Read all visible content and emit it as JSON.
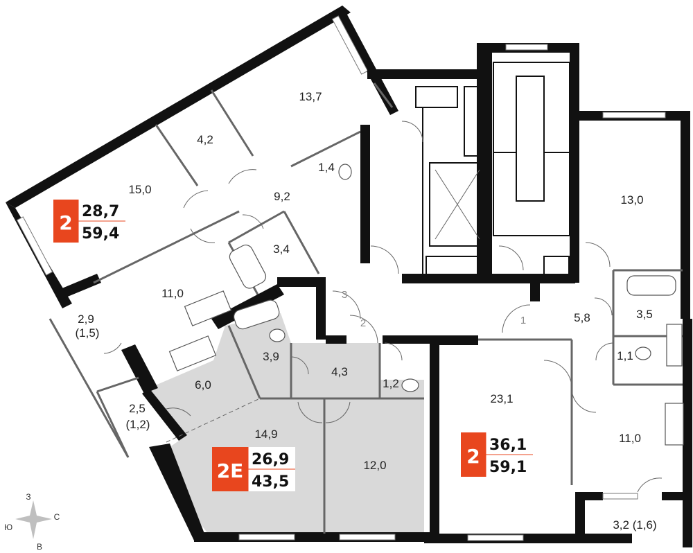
{
  "rooms": [
    {
      "id": "r1",
      "label": "13,7"
    },
    {
      "id": "r2",
      "label": "4,2"
    },
    {
      "id": "r3",
      "label": "15,0"
    },
    {
      "id": "r4",
      "label": "1,4"
    },
    {
      "id": "r5",
      "label": "9,2"
    },
    {
      "id": "r6",
      "label": "3,4"
    },
    {
      "id": "r7",
      "label": "11,0"
    },
    {
      "id": "r8",
      "label": "2,9"
    },
    {
      "id": "r8b",
      "label": "(1,5)"
    },
    {
      "id": "r9",
      "label": "3,9"
    },
    {
      "id": "r10",
      "label": "6,0"
    },
    {
      "id": "r11",
      "label": "4,3"
    },
    {
      "id": "r12",
      "label": "1,2"
    },
    {
      "id": "r13",
      "label": "2,5"
    },
    {
      "id": "r13b",
      "label": "(1,2)"
    },
    {
      "id": "r14",
      "label": "14,9"
    },
    {
      "id": "r15",
      "label": "12,0"
    },
    {
      "id": "r16",
      "label": "23,1"
    },
    {
      "id": "r17",
      "label": "13,0"
    },
    {
      "id": "r18",
      "label": "5,8"
    },
    {
      "id": "r19",
      "label": "3,5"
    },
    {
      "id": "r20",
      "label": "1,1"
    },
    {
      "id": "r21",
      "label": "11,0"
    },
    {
      "id": "r22",
      "label": "3,2 (1,6)"
    }
  ],
  "entrances": [
    "3",
    "2",
    "1"
  ],
  "apartments": [
    {
      "rooms": "2",
      "living": "28,7",
      "total": "59,4",
      "color": "#e8461e"
    },
    {
      "rooms": "2E",
      "living": "26,9",
      "total": "43,5",
      "color": "#e8461e"
    },
    {
      "rooms": "2",
      "living": "36,1",
      "total": "59,1",
      "color": "#e8461e"
    }
  ],
  "compass": {
    "north": "З",
    "east": "С",
    "south": "В",
    "west": "Ю"
  },
  "colors": {
    "accent": "#e8461e",
    "highlight": "#d9d9d9",
    "wall": "#111111"
  }
}
